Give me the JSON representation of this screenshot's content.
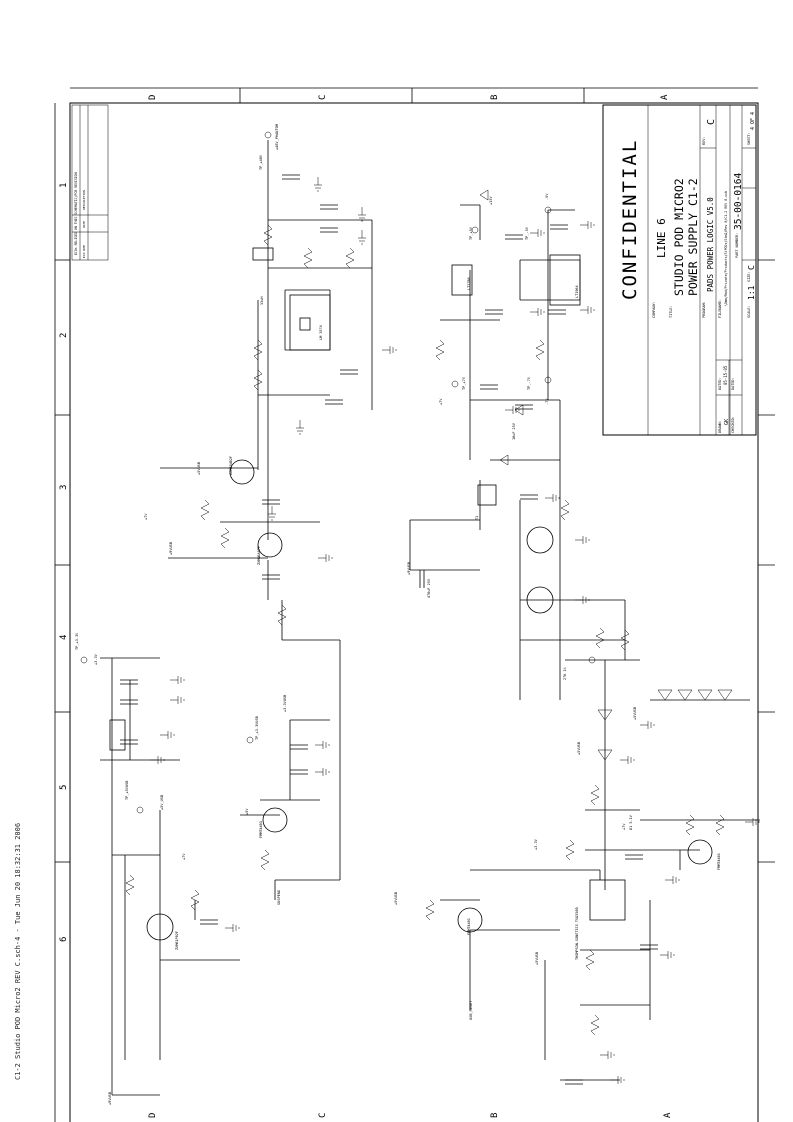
{
  "footer_label": "C1-2 Studio POD Micro2 REV C.sch-4 - Tue Jun 20 18:32:31 2006",
  "border": {
    "zone_rows_left": [
      "D",
      "C",
      "B",
      "A"
    ],
    "zone_rows_right": [
      "D",
      "C",
      "B",
      "A"
    ],
    "zone_cols": [
      "1",
      "2",
      "3",
      "4",
      "5",
      "6"
    ]
  },
  "revision_table": {
    "header": "ECOs RELISED ON THIS SCHEMATIC/PCB REVISION",
    "cols": [
      "ECO NUM",
      "DATE",
      "DESCRIPTION"
    ]
  },
  "title_block": {
    "confidential": "CONFIDENTIAL",
    "company_label": "COMPANY:",
    "company": "LINE 6",
    "title_label": "TITLE:",
    "title_line1": "STUDIO POD MICRO2",
    "title_line2": "POWER SUPPLY C1-2",
    "program_label": "PROGRAM:",
    "program": "PADS POWER LOGIC V5.0",
    "rev_label": "REV:",
    "rev": "C",
    "filename_label": "FILENAME:",
    "filename": "\\Dmn/Rnd/Private/Products/StPODs/Stm2/Rev 8/C1-2  REV 8.sch",
    "part_number_label": "PART NUMBER:",
    "part_number": "35-00-0164",
    "size_label": "SIZE:",
    "size": "C",
    "scale_label": "SCALE:",
    "scale": "1:1",
    "sheet_label": "SHEET:",
    "sheet": "4 OF 4",
    "drawn_label": "DRAWN:",
    "drawn": "GK",
    "checked_label": "CHECKED:",
    "date_label": "DATED:",
    "date": "05-15-05",
    "date2_label": "DATED:"
  },
  "nets": [
    "+48V_PHANTOM",
    "TP_+48V",
    "+5VUSB",
    "+5V",
    "-5V",
    "TP_+5V",
    "TP_-5V",
    "+3.3VUSB",
    "TP_+3.3V",
    "TP_+3.3VUSB",
    "+5V_USB",
    "TP_+5VUSB",
    "+7V",
    "-7V",
    "TP_+7V",
    "TP_-7V",
    "+9VUSB",
    "+15V",
    "-15V",
    "SUSPEND",
    "USB_RESET",
    "+3.3V"
  ],
  "components": {
    "q_upper": "ZXM61N02F",
    "q_center": "ZXMN6A07F",
    "q_left": "ZXM61P02F",
    "q_lower": "FMMT4403",
    "q_bottom": "FMMT4401",
    "q_b6": "FMMT4401",
    "u_center": "LM 3574",
    "u_lower": "THOMPSON-SONETICS TSG550D",
    "u_reg": "LT1964",
    "u_reg2": "LT1786",
    "t1": "T1",
    "cap_note": "470uF 25V",
    "cap_note2": "10uF 25V",
    "ind_note": "33uH",
    "rnote": "27K 1%",
    "d_ref": "D1 5.1V"
  }
}
